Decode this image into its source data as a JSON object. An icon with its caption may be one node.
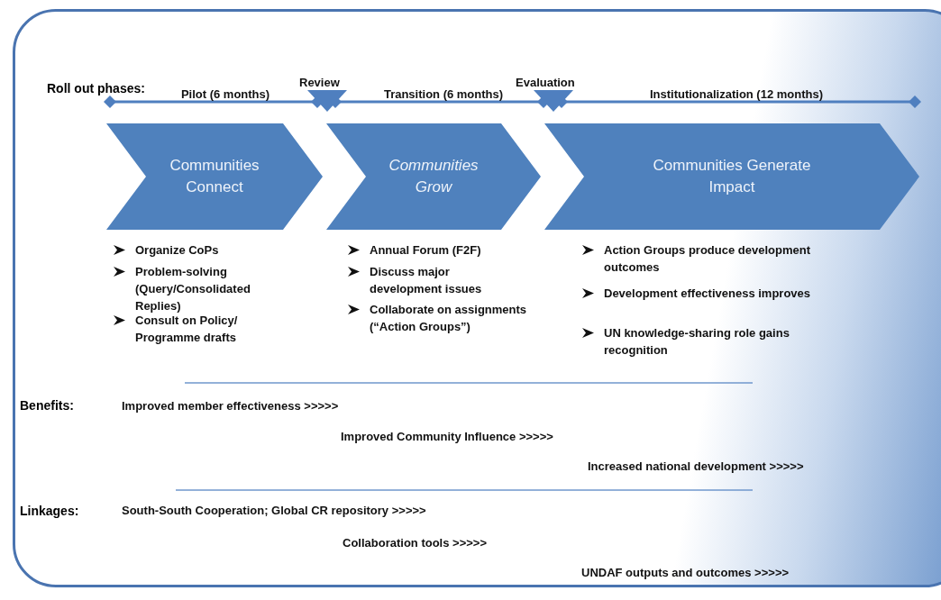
{
  "diagram": {
    "nodes": [
      {
        "text": [
          "Communities Connect"
        ]
      },
      {
        "text": [
          "Communities Grow"
        ]
      },
      {
        "text": [
          "Communities Generate Impact"
        ]
      }
    ],
    "labels": [
      "Roll out phases:",
      "Review",
      "Evaluation",
      "Pilot (6 months)",
      "Transition (6 months)",
      "Institutionalization (12 months)",
      "Organize CoPs",
      "Problem-solving (Query/Consolidated Replies)",
      "Consult on Policy/ Programme drafts",
      "Annual Forum (F2F)",
      "Discuss major development issues",
      "Collaborate on assignments (“Action Groups”)",
      "Action Groups produce development outcomes",
      "Development effectiveness improves",
      "UN knowledge-sharing role gains recognition",
      "Benefits:",
      "Improved member effectiveness >>>>>",
      "Improved Community Influence >>>>>",
      "Increased national development >>>>>",
      "Linkages:",
      "South-South Cooperation; Global CR repository >>>>>",
      "Collaboration tools >>>>>",
      "UNDAF outputs and outcomes >>>>>"
    ]
  }
}
